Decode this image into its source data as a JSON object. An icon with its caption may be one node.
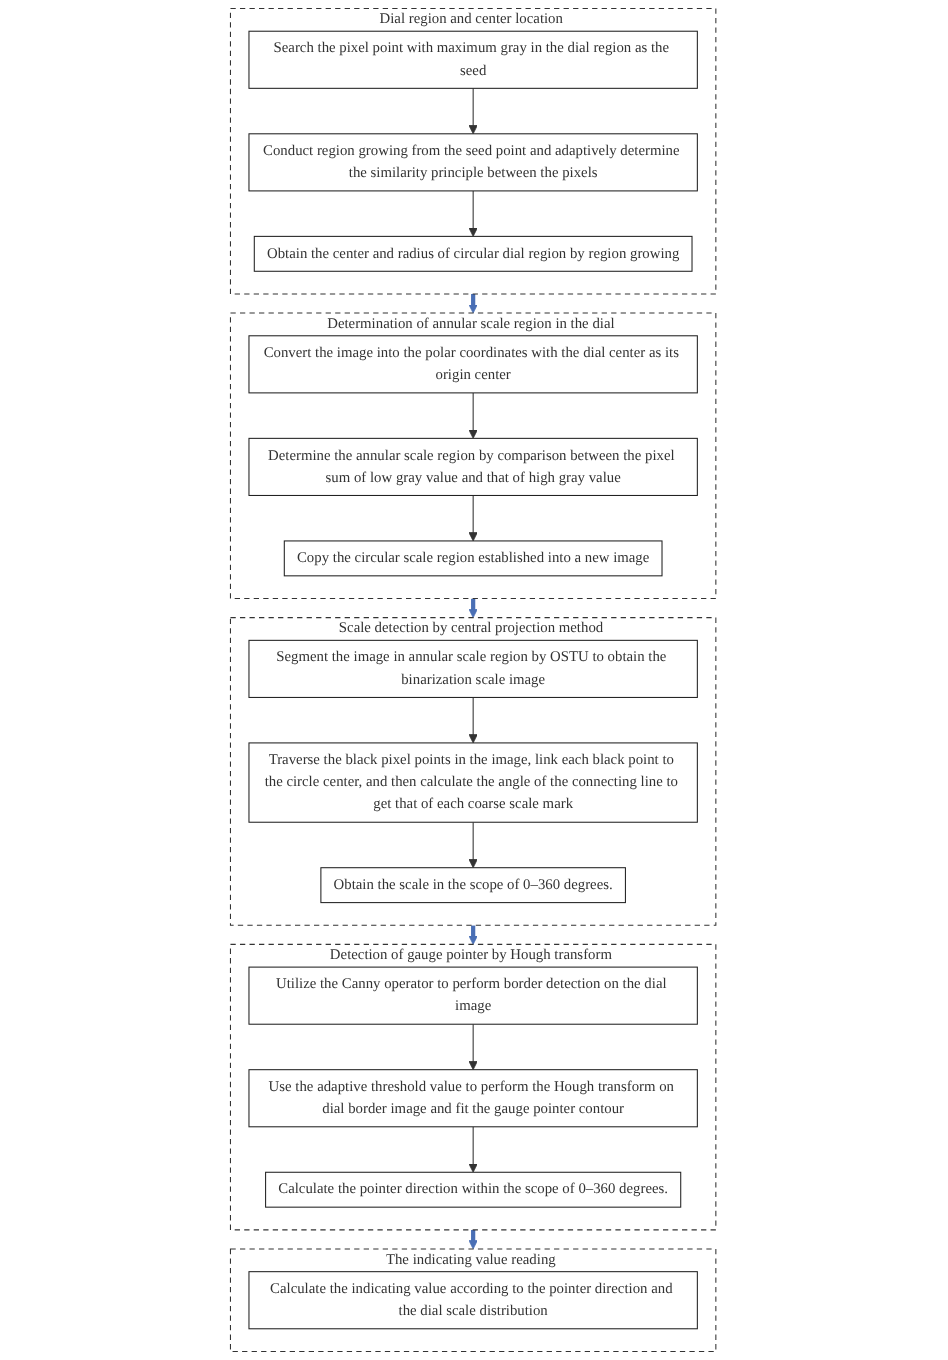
{
  "diagram": {
    "nodes": [
      {
        "text": [
          "Dial region and center location"
        ]
      },
      {
        "text": [
          "Search the pixel point with maximum gray in the dial region as the seed"
        ],
        "in": 0
      },
      {
        "text": [
          "Conduct region growing from the seed point and adaptively determine the similarity principle between the pixels"
        ],
        "in": 0
      },
      {
        "text": [
          "Obtain the center and radius of circular dial region by region growing"
        ],
        "in": 0
      },
      {
        "text": [
          "Determination of annular scale region in the dial"
        ]
      },
      {
        "text": [
          "Convert the image into the polar coordinates with the dial center as its origin center"
        ],
        "in": 4
      },
      {
        "text": [
          "Determine the annular scale region by comparison between the pixel sum of low gray value and that of high gray value"
        ],
        "in": 4
      },
      {
        "text": [
          "Copy the circular scale region established into a new image"
        ],
        "in": 4
      },
      {
        "text": [
          "Detection of gauge pointer by Hough transform"
        ]
      },
      {
        "text": [
          "Utilize the Canny operator to perform border detection on the dial image"
        ],
        "in": 8
      },
      {
        "text": [
          "Use the adaptive threshold value to perform the Hough transform on dial border image and fit the gauge pointer contour"
        ],
        "in": 8
      },
      {
        "text": [
          "Calculate the pointer direction within the scope of 0–360 degrees."
        ],
        "in": 8
      },
      {
        "text": [
          "Scale detection by central projection method"
        ]
      },
      {
        "text": [
          "Segment the image in annular scale region by OSTU to obtain the binarization scale image"
        ],
        "in": 12
      },
      {
        "text": [
          "Traverse the black pixel points in the image, link each black point to the circle center, and then calculate the angle of the connecting line to get that of each coarse scale mark"
        ],
        "in": 12
      },
      {
        "text": [
          "Obtain the scale in the scope of 0–360 degrees."
        ],
        "in": 12
      },
      {
        "text": [
          "The indicating value reading"
        ]
      },
      {
        "text": [
          "Calculate the indicating value according to the pointer direction and the dial scale distribution"
        ],
        "in": 16
      }
    ],
    "edges": [
      {
        "from": 1,
        "to": 2,
        "arrow": "to"
      },
      {
        "from": 2,
        "to": 3,
        "arrow": "to"
      },
      {
        "from": 0,
        "to": 4,
        "arrow": "to",
        "style": "thick",
        "color": "#4a6fb5"
      },
      {
        "from": 5,
        "to": 6,
        "arrow": "to"
      },
      {
        "from": 6,
        "to": 7,
        "arrow": "to"
      },
      {
        "from": 4,
        "to": 12,
        "arrow": "to",
        "style": "thick",
        "color": "#4a6fb5"
      },
      {
        "from": 9,
        "to": 10,
        "arrow": "to"
      },
      {
        "from": 10,
        "to": 11,
        "arrow": "to"
      },
      {
        "from": 12,
        "to": 8,
        "arrow": "to",
        "style": "thick",
        "color": "#4a6fb5"
      },
      {
        "from": 13,
        "to": 14,
        "arrow": "to"
      },
      {
        "from": 14,
        "to": 15,
        "arrow": "to"
      },
      {
        "from": 8,
        "to": 16,
        "arrow": "to",
        "style": "thick",
        "color": "#4a6fb5"
      }
    ]
  }
}
